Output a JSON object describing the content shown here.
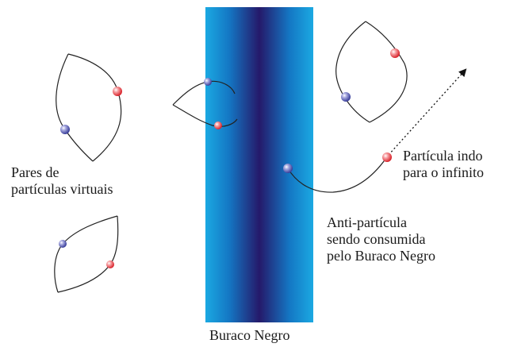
{
  "labels": {
    "virtual_pairs": [
      "Pares de",
      "partículas virtuais"
    ],
    "escaping_particle": [
      "Partícula indo",
      "para o infinito"
    ],
    "antiparticle": [
      "Anti-partícula",
      "sendo consumida",
      "pelo Buraco Negro"
    ],
    "black_hole": "Buraco Negro"
  },
  "colors": {
    "particle": "#e8484f",
    "antiparticle": "#5b60b8",
    "black_hole_core": "#251a6a",
    "black_hole_edge": "#1aa7e0",
    "line": "#222222"
  }
}
